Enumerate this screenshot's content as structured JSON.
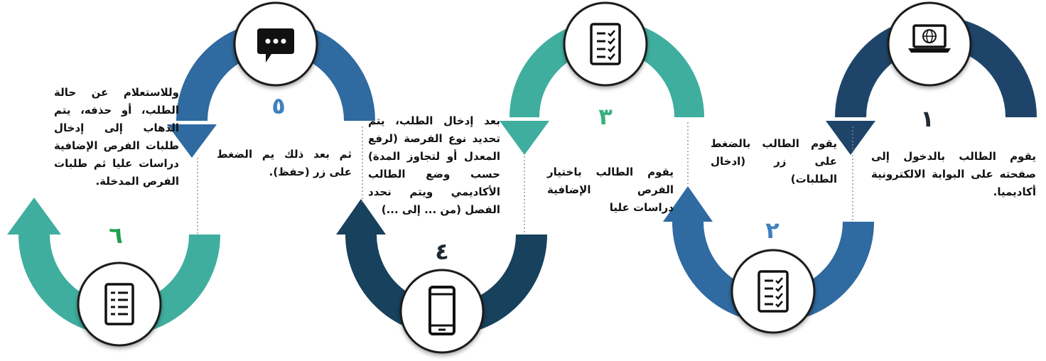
{
  "colors": {
    "navy": "#1E4569",
    "blue": "#2F6AA1",
    "teal": "#3FAE9E",
    "dark_teal": "#17415C",
    "num_dark": "#1F2A33",
    "num_blue": "#3F80C0",
    "num_teal": "#3BB07B",
    "num_green": "#1E9E4E"
  },
  "steps": [
    {
      "number": "١",
      "icon": "laptop-globe-icon",
      "text": "يقوم الطالب بالدخول إلى صفحته على البوابة الالكترونية أكاديميا."
    },
    {
      "number": "٢",
      "icon": "checklist-icon",
      "text": "يقوم الطالب بالضغط على زر (ادخال الطلبات)"
    },
    {
      "number": "٣",
      "icon": "checklist-icon",
      "text": "يقوم الطالب باختيار الفرص الإضافية دراسات عليا"
    },
    {
      "number": "٤",
      "icon": "mobile-phone-icon",
      "text": "بعد إدخال الطلب، يتم تحديد نوع الفرصة (لرفع المعدل أو لتجاوز المدة) حسب وضع الطالب الأكاديمي ويتم نحدد الفصل (من ... إلى ...)"
    },
    {
      "number": "٥",
      "icon": "chat-bubble-icon",
      "text": "ثم بعد ذلك يم الضغط على زر (حفظ)."
    },
    {
      "number": "٦",
      "icon": "list-document-icon",
      "text": "وللاستعلام عن حالة الطلب، أو حذفه، يتم الذهاب إلى إدخال طلبات الفرص الإضافية دراسات عليا ثم طلبات الفرص المدخلة."
    }
  ]
}
